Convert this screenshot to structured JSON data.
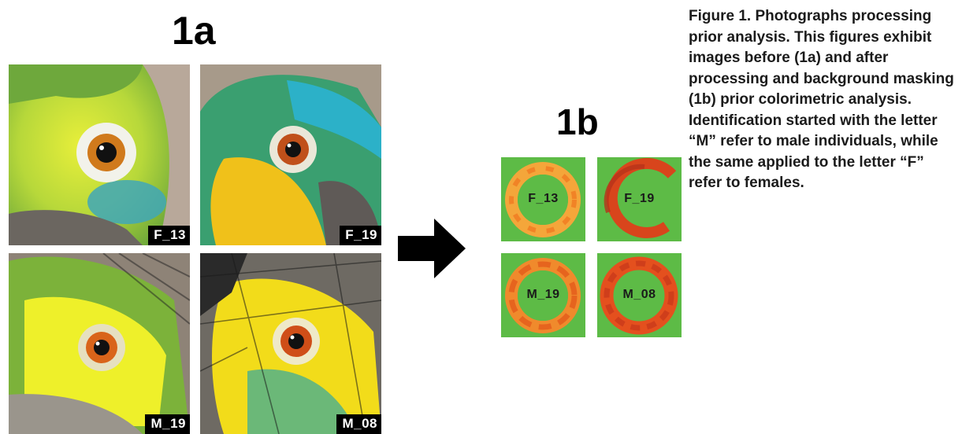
{
  "figure": {
    "panel_a_label": "1a",
    "panel_b_label": "1b",
    "caption_title": "Figure 1. Photographs processing prior analysis.",
    "caption_body": "This figures exhibit images before (1a) and after processing and background masking (1b) prior colorimetric analysis. Identification started with the letter “M” refer to male individuals, while the same applied to the letter “F” refer to females."
  },
  "panel_a": {
    "photos": [
      {
        "id": "F_13"
      },
      {
        "id": "F_19"
      },
      {
        "id": "M_19"
      },
      {
        "id": "M_08"
      }
    ]
  },
  "panel_b": {
    "masks": [
      {
        "id": "F_13"
      },
      {
        "id": "F_19"
      },
      {
        "id": "M_19"
      },
      {
        "id": "M_08"
      }
    ],
    "background_color": "#5dbb46"
  }
}
